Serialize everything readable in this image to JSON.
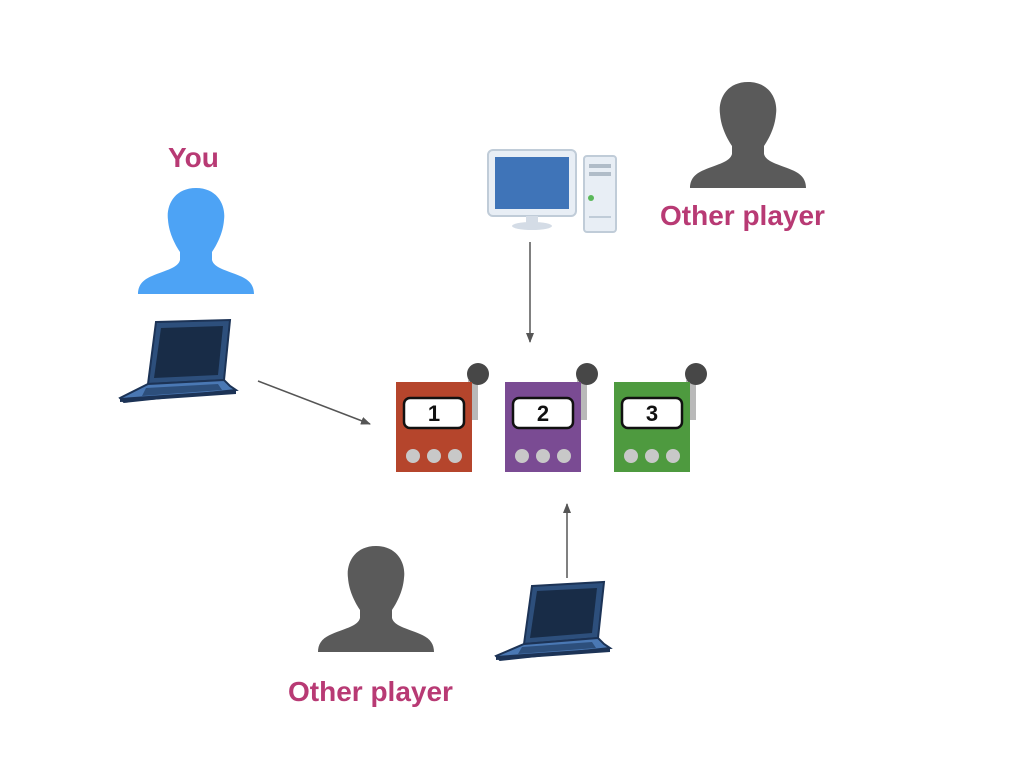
{
  "colors": {
    "label": "#b83a74",
    "you": "#4da3f5",
    "other": "#5a5a5a",
    "machine_1": "#b5452c",
    "machine_2": "#7a4b93",
    "machine_3": "#4e9a3f",
    "arrow": "#555555"
  },
  "labels": {
    "you": "You",
    "other_player_top": "Other player",
    "other_player_bottom": "Other player"
  },
  "machines": [
    {
      "number": "1"
    },
    {
      "number": "2"
    },
    {
      "number": "3"
    }
  ],
  "icons": {
    "you_person": "person-icon",
    "other_person": "person-icon",
    "you_device": "laptop-icon",
    "top_device": "desktop-computer-icon",
    "bottom_device": "laptop-icon",
    "machine": "slot-machine-icon"
  }
}
